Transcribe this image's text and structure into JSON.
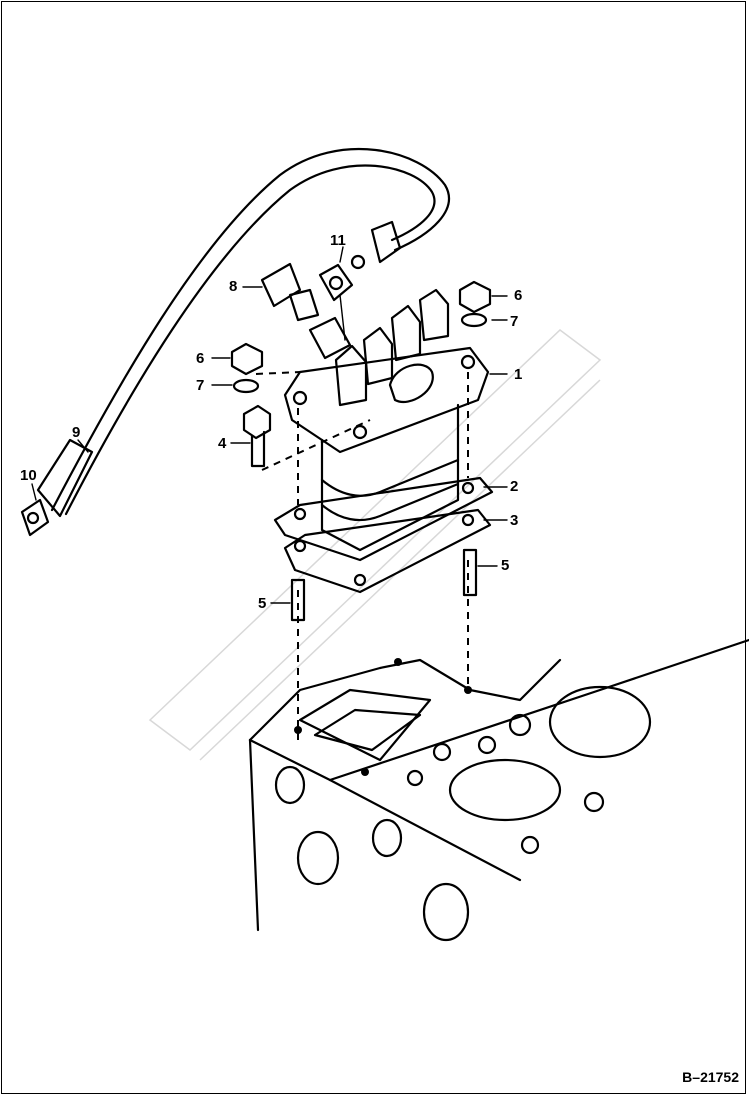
{
  "figure_code": "B–21752",
  "callouts": {
    "c1": "1",
    "c2": "2",
    "c3": "3",
    "c4": "4",
    "c5a": "5",
    "c5b": "5",
    "c6a": "6",
    "c6b": "6",
    "c7a": "7",
    "c7b": "7",
    "c8": "8",
    "c9": "9",
    "c10": "10",
    "c11": "11"
  },
  "colors": {
    "ink": "#000000",
    "paper": "#ffffff",
    "watermark": "#d8d8d8"
  }
}
